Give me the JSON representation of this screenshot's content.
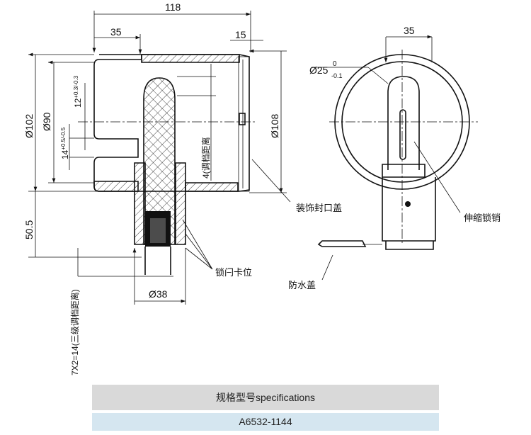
{
  "dimensions": {
    "overall_length": "118",
    "front_length": "35",
    "cover_depth": "15",
    "dia_102": "Ø102",
    "dia_90": "Ø90",
    "dia_108": "Ø108",
    "dia_38": "Ø38",
    "height_50_5": "50.5",
    "gap_12": "12",
    "gap_12_tol": "+0.3/-0.3",
    "gap_14": "14",
    "gap_14_tol": "+0.5/-0.5",
    "adjust_4": "4(调档距离",
    "adjust_three_level": "7X2=14(三级调档距离)",
    "right_width": "35",
    "pin_dia": "Ø25",
    "pin_tol_upper": "0",
    "pin_tol_lower": "-0.1"
  },
  "callouts": {
    "decorative_cap": "装饰封口盖",
    "latch_position": "锁闩卡位",
    "telescopic_pin": "伸缩锁销",
    "waterproof_cap": "防水盖"
  },
  "spec_table": {
    "header": "规格型号specifications",
    "model": "A6532-1144"
  }
}
